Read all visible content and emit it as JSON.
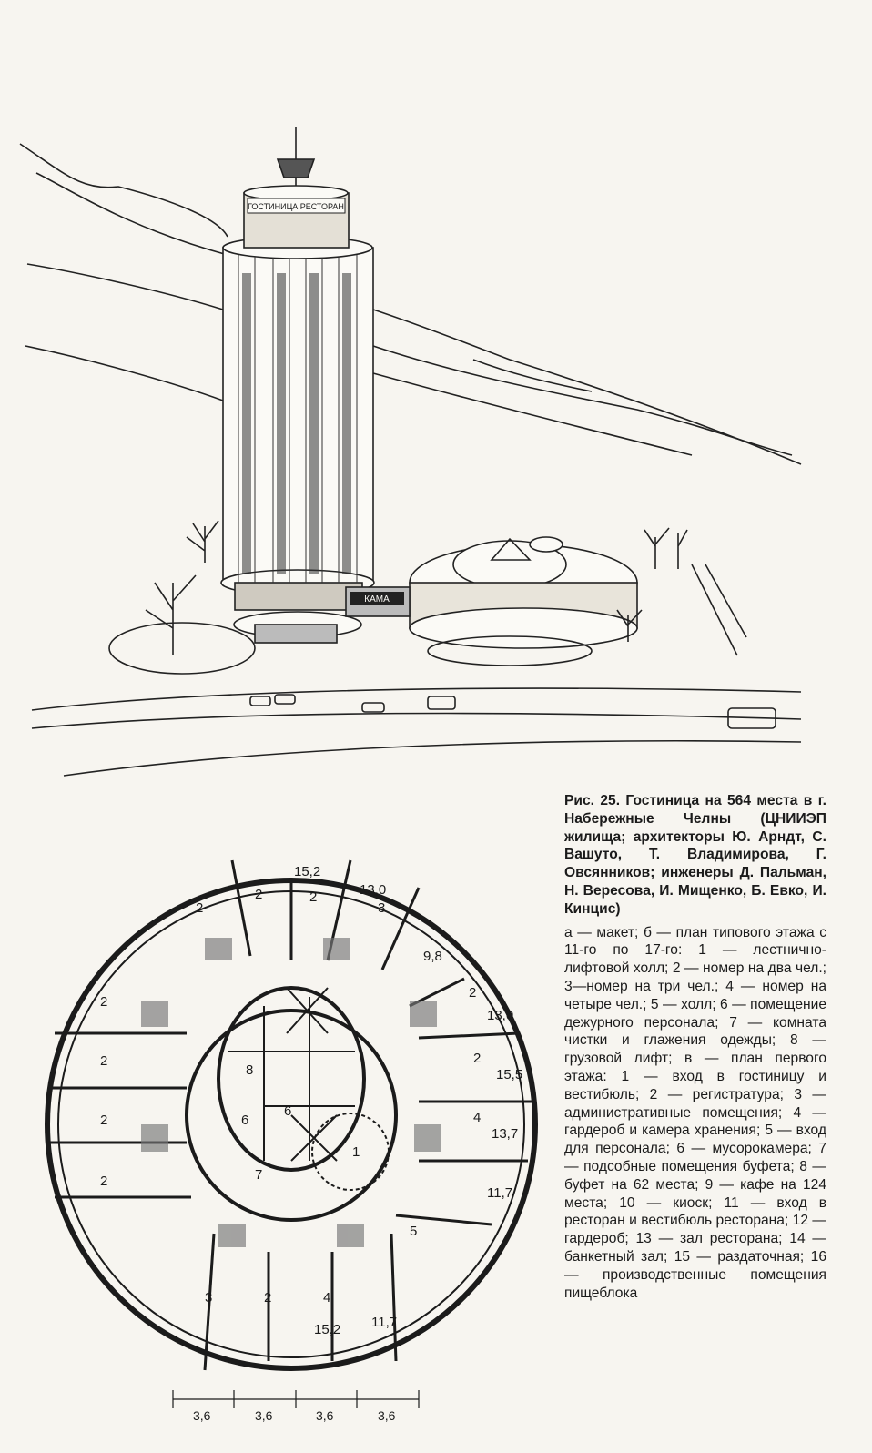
{
  "caption": {
    "title": "Рис. 25. Гостиница на 564 места в г. Набережные Челны (ЦНИИЭП жилища; архитекторы Ю. Арндт, С. Вашуто, Т. Владимирова, Г. Овсянников; инженеры Д. Пальман, Н. Вересова, И. Мищенко, Б. Евко, И. Кинцис)",
    "body": "а — макет; б — план типового этажа с 11-го по 17-го: 1 — лестнично-лифтовой холл; 2 — номер на два чел.; 3—номер на три чел.; 4 — номер на четыре чел.; 5 — холл; 6 — помещение дежурного персонала; 7 — комната чистки и глажения одежды; 8 — грузовой лифт; в — план первого этажа: 1 — вход в гостиницу и вестибюль; 2 — регистратура; 3 — административные помещения; 4 — гардероб и камера хранения; 5 — вход для персонала; 6 — мусорокамера; 7 — подсобные помещения буфета; 8 — буфет на 62 места; 9 — кафе на 124 места; 10 — киоск; 11 — вход в ресторан и вестибюль ресторана; 12 — гардероб; 13 — зал ресторана; 14 — банкетный зал; 15 — раздаточная; 16 — производственные помещения пищеблока"
  },
  "model": {
    "crown_sign": "ГОСТИНИЦА РЕСТОРАН",
    "entrance_sign": "КАМА"
  },
  "plan": {
    "room_labels": [
      "15,2",
      "13,0",
      "2",
      "2",
      "2",
      "3",
      "2",
      "9,8",
      "2",
      "13,0",
      "2",
      "15,5",
      "2",
      "4",
      "13,7",
      "2",
      "2",
      "11,7",
      "5",
      "3",
      "2",
      "4",
      "15,2",
      "11,7",
      "8",
      "6",
      "6",
      "7",
      "1"
    ],
    "dimensions": [
      "3,6",
      "3,6",
      "3,6",
      "3,6"
    ]
  }
}
